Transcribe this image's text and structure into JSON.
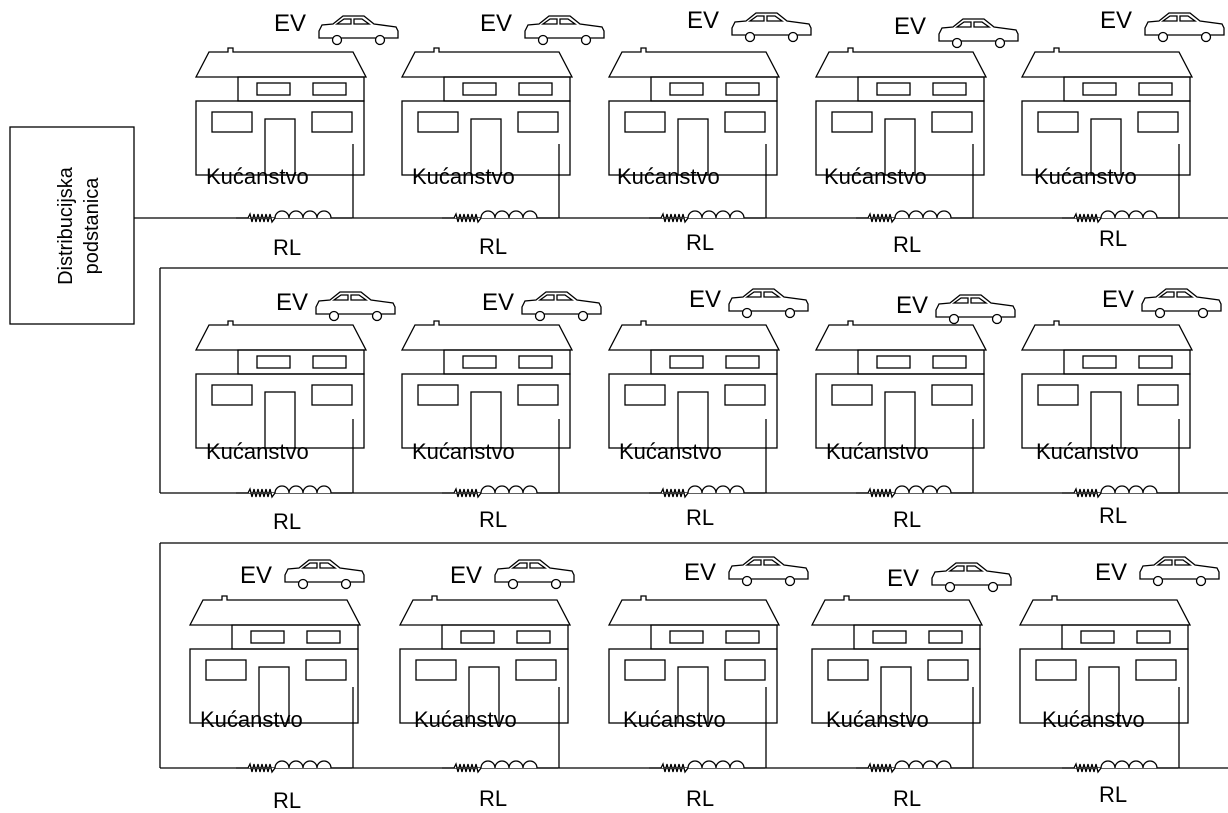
{
  "substation": {
    "line1": "Distribucijska",
    "line2": "podstanica"
  },
  "labels": {
    "ev": "EV",
    "household": "Kućanstvo",
    "rl": "RL"
  },
  "feeders": [
    {
      "households": 5
    },
    {
      "households": 5
    },
    {
      "households": 5
    }
  ],
  "colors": {
    "stroke": "#000000",
    "background": "#ffffff"
  }
}
